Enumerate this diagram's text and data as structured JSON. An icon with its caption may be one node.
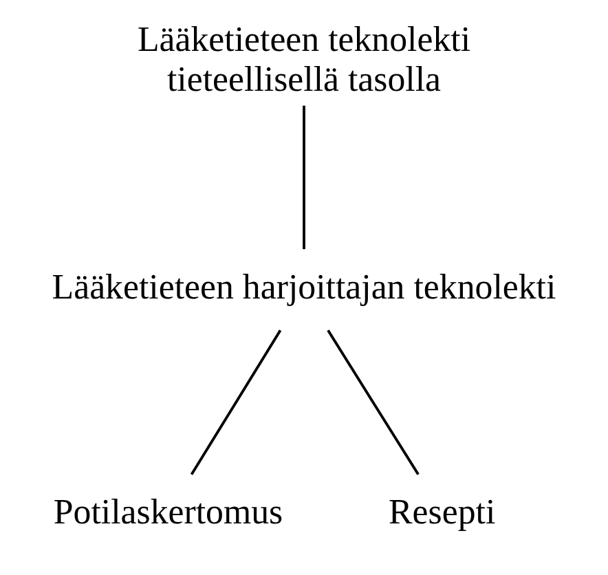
{
  "diagram": {
    "nodes": [
      {
        "text": [
          "Lääketieteen teknolekti tieteellisellä tasolla"
        ]
      },
      {
        "text": [
          "Lääketieteen harjoittajan teknolekti"
        ]
      },
      {
        "text": [
          "Potilaskertomus"
        ]
      },
      {
        "text": [
          "Resepti"
        ]
      }
    ],
    "edges": [
      {
        "from": 0,
        "to": 1,
        "arrow": "none"
      },
      {
        "from": 1,
        "to": 2,
        "arrow": "none"
      },
      {
        "from": 1,
        "to": 3,
        "arrow": "none"
      }
    ]
  }
}
